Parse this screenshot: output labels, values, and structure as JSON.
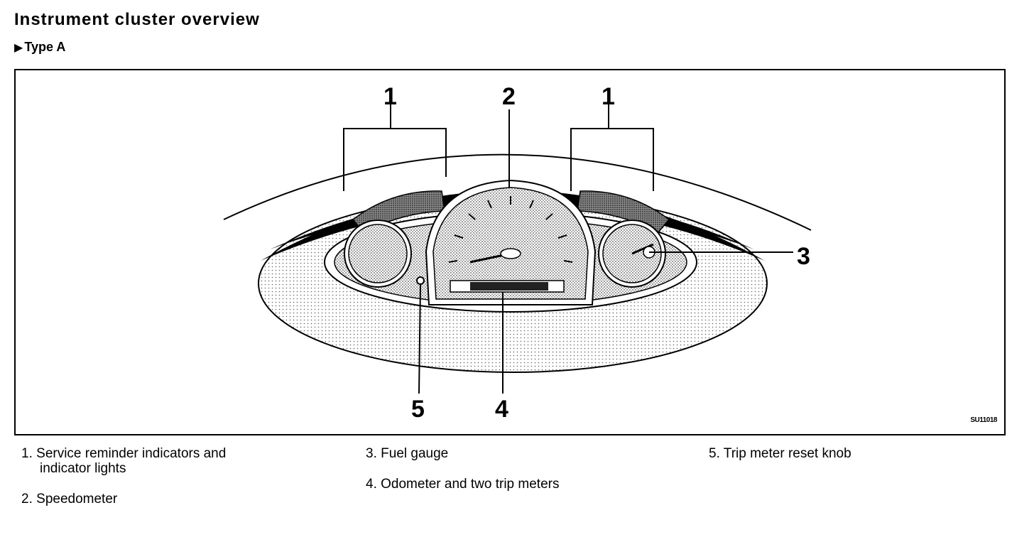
{
  "header": {
    "title": "Instrument cluster overview",
    "subtitle": "Type A",
    "subtitle_marker_icon": "right-triangle-icon"
  },
  "figure": {
    "callouts": [
      "1",
      "2",
      "1",
      "3",
      "4",
      "5"
    ],
    "figure_code": "SU11018"
  },
  "legend": {
    "items": [
      {
        "number": "1.",
        "text_line1": "Service reminder indicators and",
        "text_line2": "indicator lights"
      },
      {
        "number": "2.",
        "text_line1": "Speedometer",
        "text_line2": ""
      },
      {
        "number": "3.",
        "text_line1": "Fuel gauge",
        "text_line2": ""
      },
      {
        "number": "4.",
        "text_line1": "Odometer and two trip meters",
        "text_line2": ""
      },
      {
        "number": "5.",
        "text_line1": "Trip meter reset knob",
        "text_line2": ""
      }
    ]
  }
}
